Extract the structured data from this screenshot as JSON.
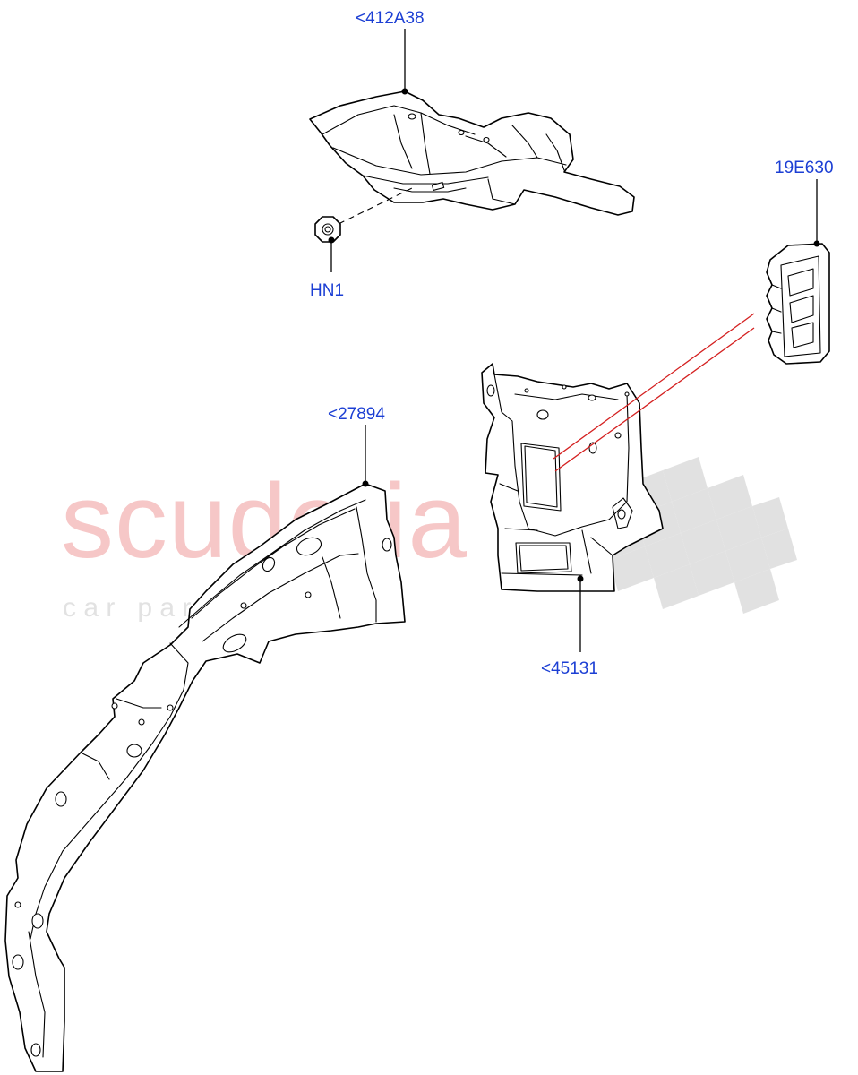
{
  "watermark": {
    "brand": "scuderia",
    "subtitle": "c a r   p a r t s"
  },
  "callouts": [
    {
      "id": "c412a38",
      "text": "<412A38"
    },
    {
      "id": "c19e630",
      "text": "19E630"
    },
    {
      "id": "chn1",
      "text": "HN1"
    },
    {
      "id": "c27894",
      "text": "<27894"
    },
    {
      "id": "c45131",
      "text": "<45131"
    }
  ],
  "colors": {
    "callout_text": "#1c3fd4",
    "part_outline": "#000000",
    "reference_line": "#d42020",
    "watermark_brand": "#f6c7c7",
    "watermark_checker": "#dcdcdc"
  }
}
